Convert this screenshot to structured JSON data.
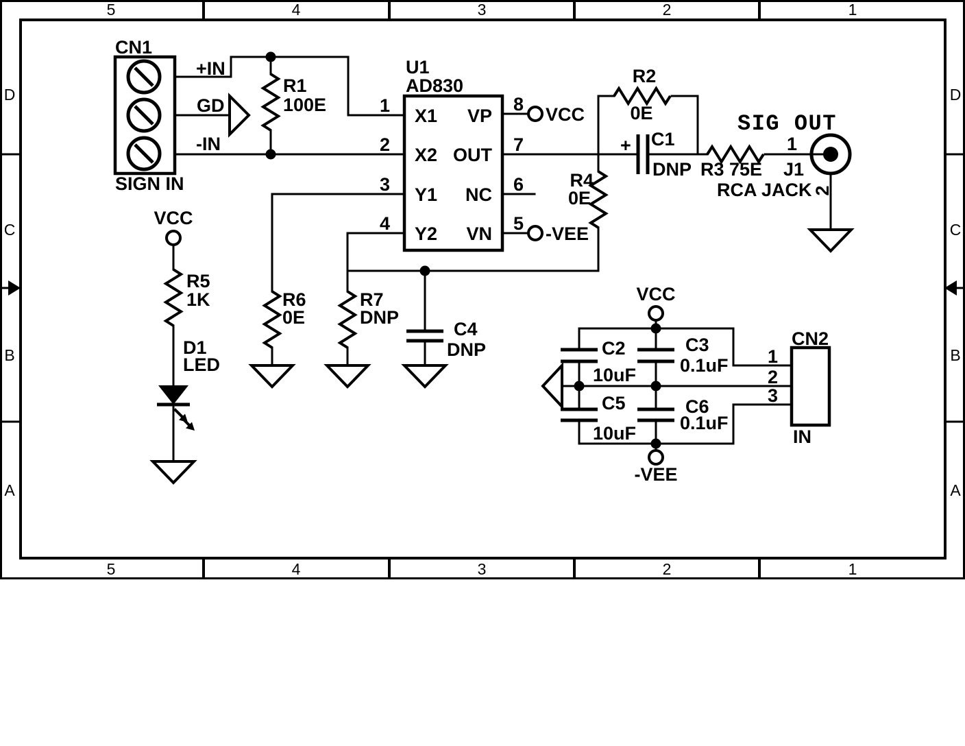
{
  "colors": {
    "ink": "#000000",
    "paper": "#ffffff"
  },
  "border": {
    "columns": [
      "5",
      "4",
      "3",
      "2",
      "1"
    ],
    "rows": [
      "D",
      "C",
      "B",
      "A"
    ]
  },
  "nets": {
    "vcc": "VCC",
    "vee": "-VEE"
  },
  "components": {
    "cn1": {
      "ref": "CN1",
      "caption": "SIGN IN",
      "pin_labels": [
        "+IN",
        "GD",
        "-IN"
      ]
    },
    "r1": {
      "ref": "R1",
      "value": "100E"
    },
    "u1": {
      "ref": "U1",
      "part": "AD830",
      "pins_left": [
        {
          "num": "1",
          "name": "X1"
        },
        {
          "num": "2",
          "name": "X2"
        },
        {
          "num": "3",
          "name": "Y1"
        },
        {
          "num": "4",
          "name": "Y2"
        }
      ],
      "pins_right": [
        {
          "num": "8",
          "name": "VP"
        },
        {
          "num": "7",
          "name": "OUT"
        },
        {
          "num": "6",
          "name": "NC"
        },
        {
          "num": "5",
          "name": "VN"
        }
      ]
    },
    "r2": {
      "ref": "R2",
      "value": "0E"
    },
    "c1": {
      "ref": "C1",
      "value": "DNP",
      "polarity": "+"
    },
    "r3": {
      "label": "R3 75E"
    },
    "j1": {
      "ref": "J1",
      "type": "RCA JACK",
      "title": "SIG OUT",
      "pin1": "1",
      "pin2": "2"
    },
    "r4": {
      "ref": "R4",
      "value": "0E"
    },
    "r5": {
      "ref": "R5",
      "value": "1K"
    },
    "d1": {
      "ref": "D1",
      "value": "LED"
    },
    "r6": {
      "ref": "R6",
      "value": "0E"
    },
    "r7": {
      "ref": "R7",
      "value": "DNP"
    },
    "c4": {
      "ref": "C4",
      "value": "DNP"
    },
    "c2": {
      "ref": "C2",
      "value": "10uF"
    },
    "c3": {
      "ref": "C3",
      "value": "0.1uF"
    },
    "c5": {
      "ref": "C5",
      "value": "10uF"
    },
    "c6": {
      "ref": "C6",
      "value": "0.1uF"
    },
    "cn2": {
      "ref": "CN2",
      "caption": "IN",
      "pins": [
        "1",
        "2",
        "3"
      ]
    }
  }
}
